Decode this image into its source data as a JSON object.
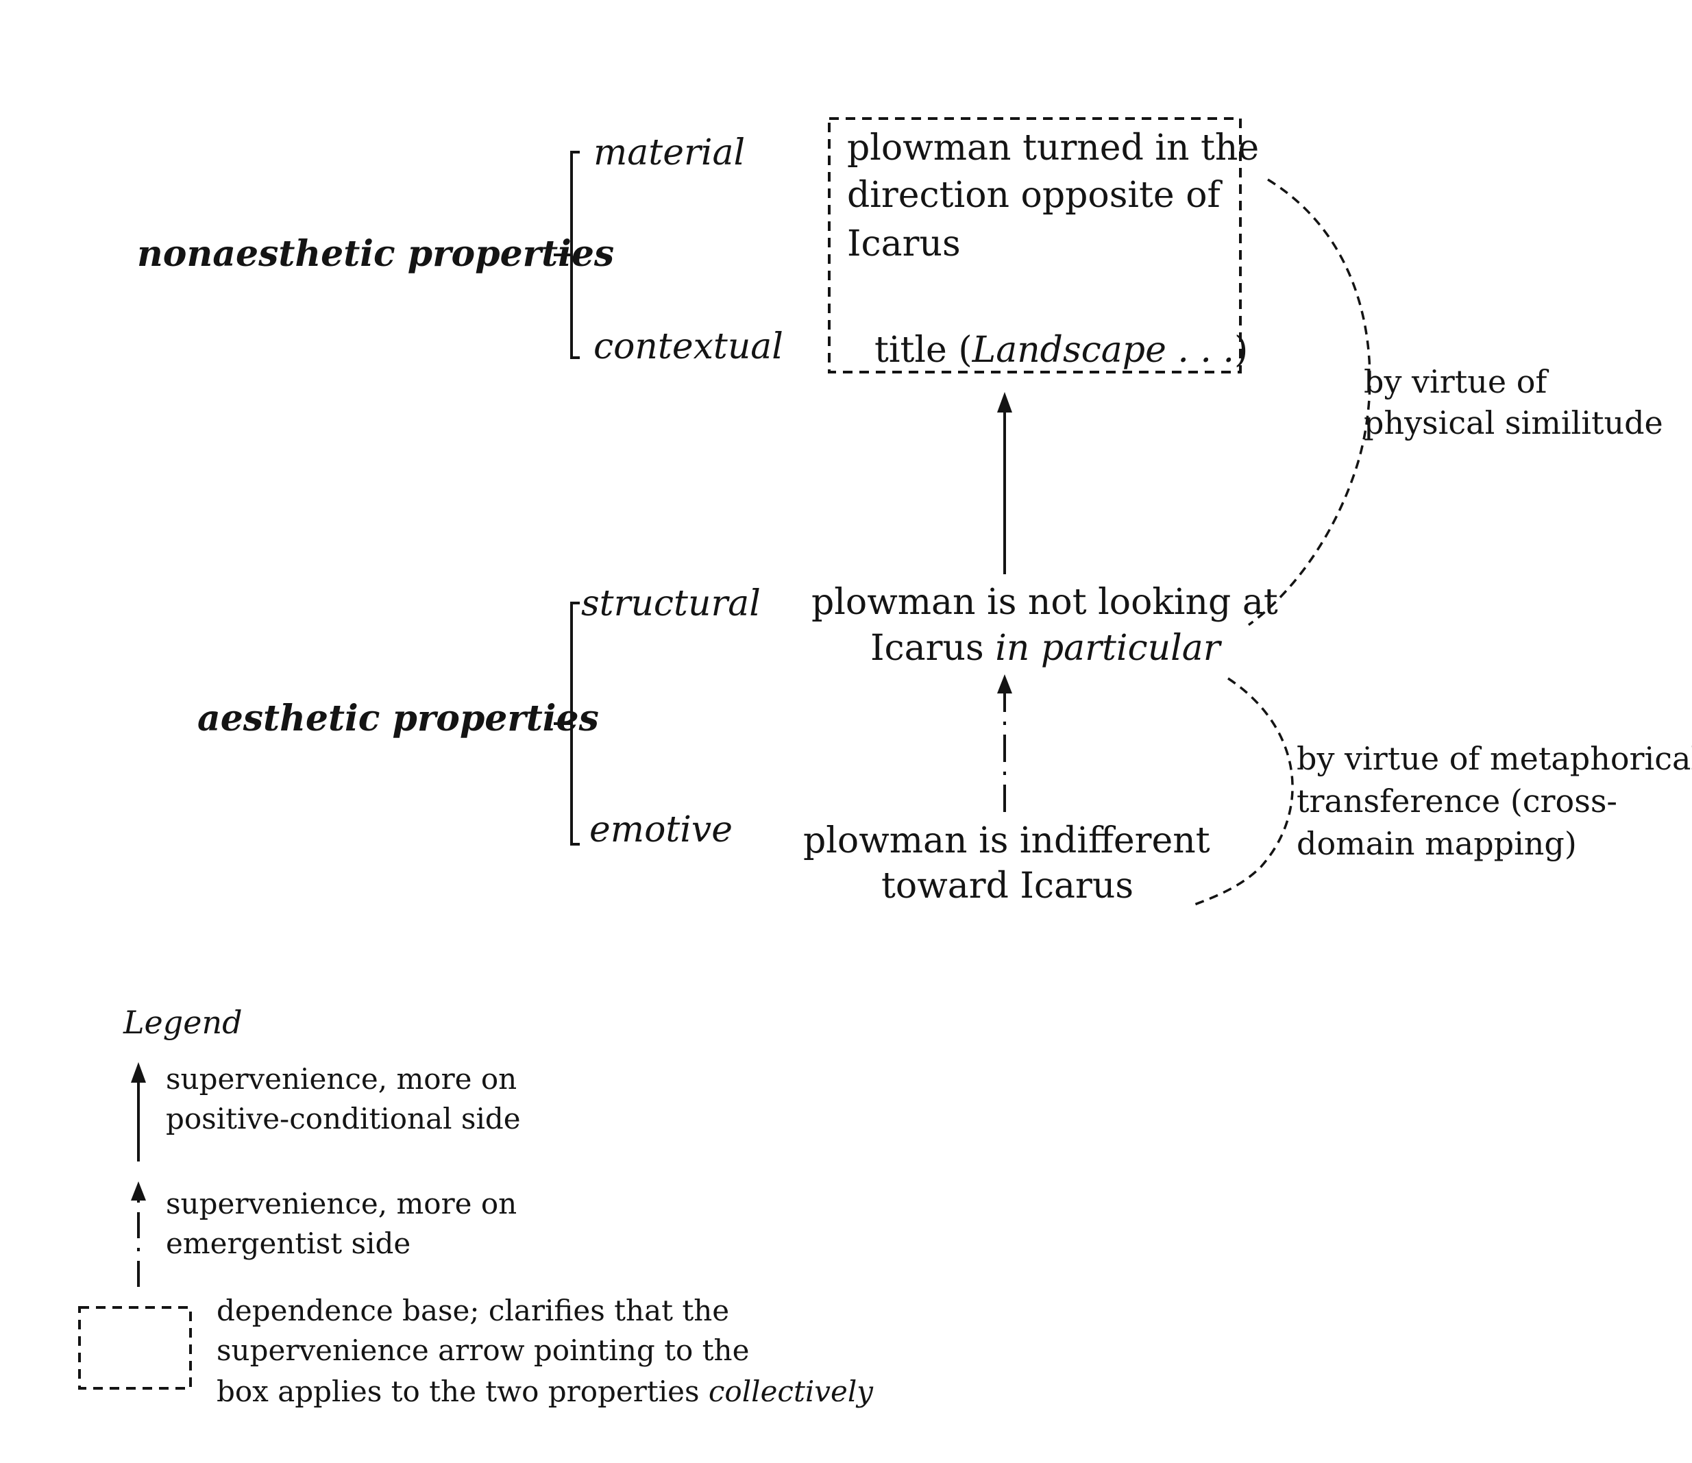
{
  "nonaesthetic": {
    "heading": "nonaesthetic properties",
    "material": "material",
    "contextual": "contextual",
    "box_line1": "plowman turned in the",
    "box_line2": "direction opposite of",
    "box_line3": "Icarus",
    "box_title_prefix": "title (",
    "box_title_italic": "Landscape . . .",
    "box_title_suffix": ")"
  },
  "aesthetic": {
    "heading": "aesthetic properties",
    "structural": "structural",
    "emotive": "emotive",
    "structural_line1": "plowman is not looking at",
    "structural_line2_prefix": "Icarus ",
    "structural_line2_italic": "in particular",
    "emotive_line1": "plowman is indifferent",
    "emotive_line2": "toward Icarus"
  },
  "relations": {
    "physical_line1": "by virtue of",
    "physical_line2": "physical similitude",
    "metaphor_line1": "by virtue of metaphorical",
    "metaphor_line2": "transference (cross-",
    "metaphor_line3": "domain mapping)"
  },
  "legend": {
    "title": "Legend",
    "solid_line1": "supervenience, more on",
    "solid_line2": "positive-conditional side",
    "dashdot_line1": "supervenience, more on",
    "dashdot_line2": "emergentist side",
    "box_line1": "dependence base; clarifies that the",
    "box_line2": "supervenience arrow pointing to the",
    "box_line3_prefix": "box applies to the two properties ",
    "box_line3_italic": "collectively"
  }
}
